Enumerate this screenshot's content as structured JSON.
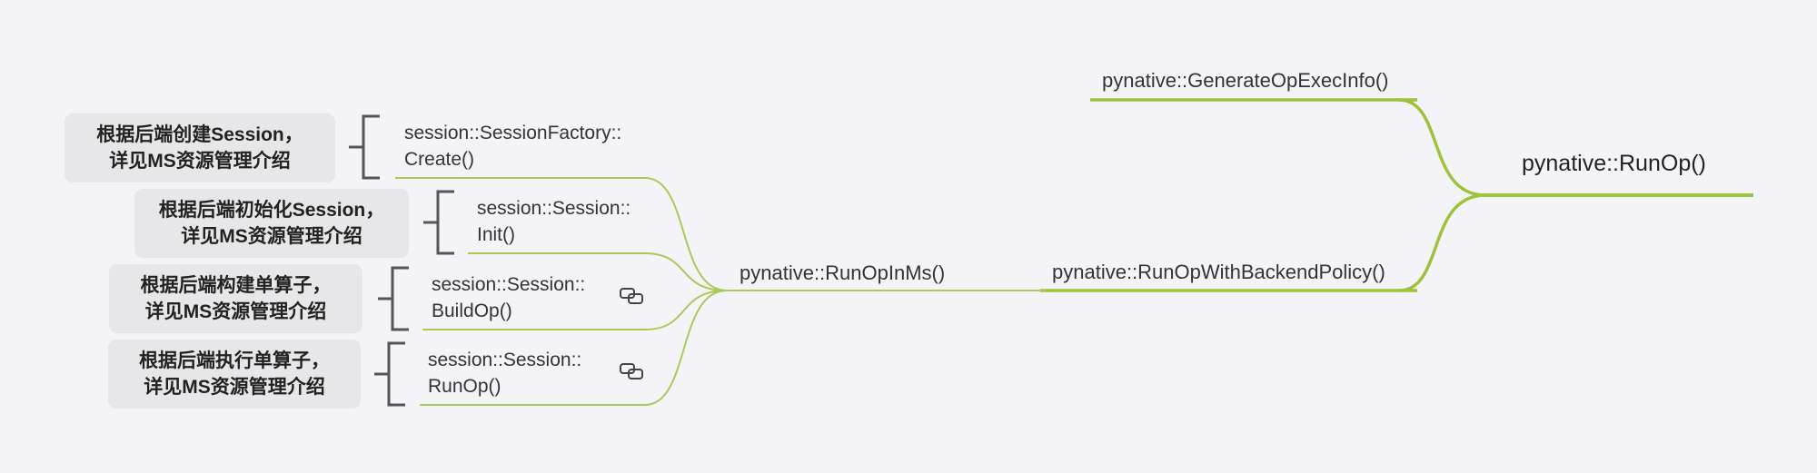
{
  "root": {
    "label": "pynative::RunOp()"
  },
  "branch_top": {
    "label": "pynative::GenerateOpExecInfo()"
  },
  "branch_bottom": {
    "label": "pynative::RunOpWithBackendPolicy()"
  },
  "mid": {
    "label": "pynative::RunOpInMs()"
  },
  "leaves": [
    {
      "label": "session::SessionFactory::\nCreate()",
      "note": "根据后端创建Session，\n详见MS资源管理介绍",
      "has_link": false
    },
    {
      "label": "session::Session::\nInit()",
      "note": "根据后端初始化Session，\n详见MS资源管理介绍",
      "has_link": false
    },
    {
      "label": "session::Session::\nBuildOp()",
      "note": "根据后端构建单算子，\n详见MS资源管理介绍",
      "has_link": true
    },
    {
      "label": "session::Session::\nRunOp()",
      "note": "根据后端执行单算子，\n详见MS资源管理介绍",
      "has_link": true
    }
  ],
  "icons": {
    "link": "link-icon",
    "bracket": "bracket"
  },
  "colors": {
    "branch_line": "#9dc23b",
    "thin_line": "#a9c95a",
    "bracket": "#555555",
    "note_bg": "#e7e7ea"
  }
}
